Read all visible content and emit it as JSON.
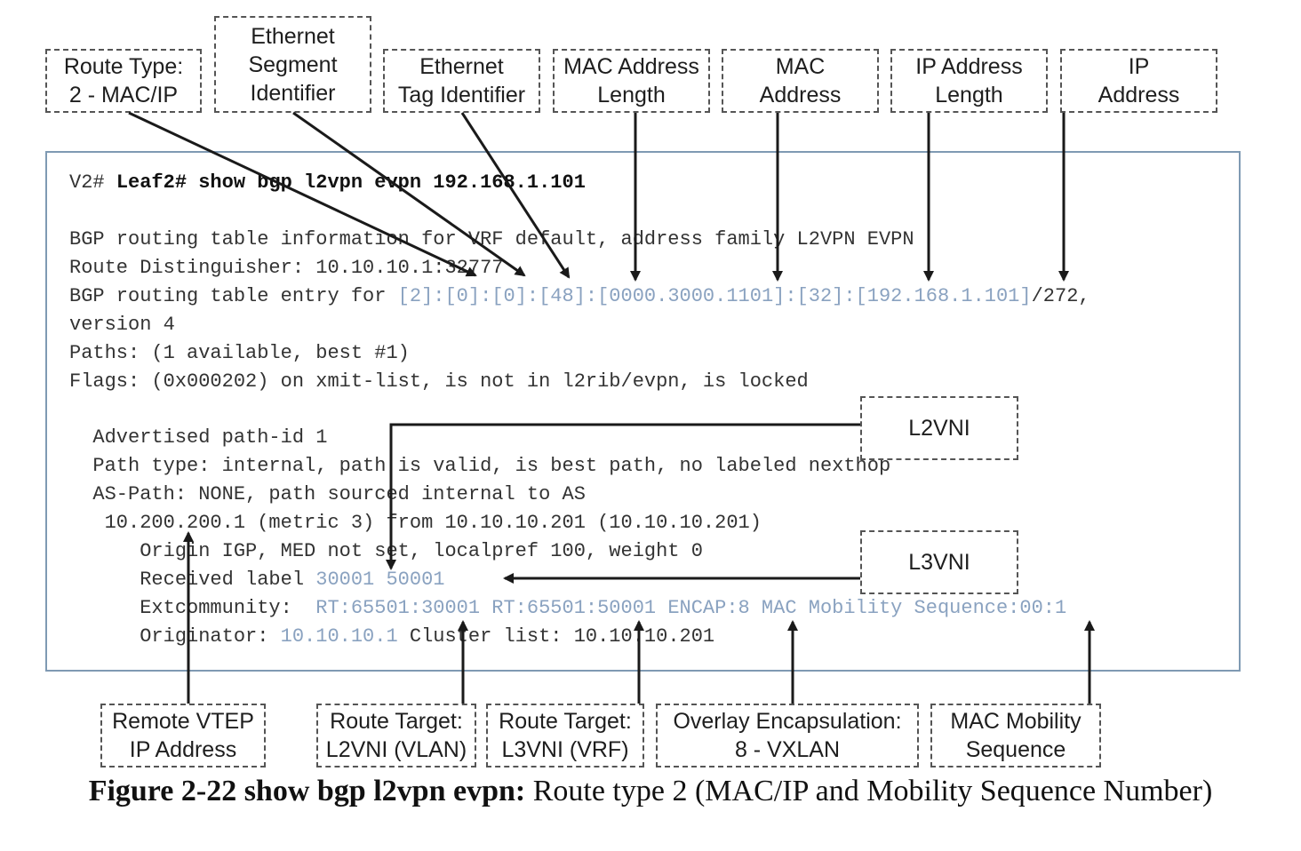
{
  "callouts_top": {
    "route_type": "Route Type:\n2 - MAC/IP",
    "esi": "Ethernet\nSegment\nIdentifier",
    "eth_tag": "Ethernet\nTag Identifier",
    "mac_len": "MAC Address\nLength",
    "mac_addr": "MAC\nAddress",
    "ip_len": "IP Address\nLength",
    "ip_addr": "IP\nAddress"
  },
  "callouts_side": {
    "l2vni": "L2VNI",
    "l3vni": "L3VNI"
  },
  "callouts_bottom": {
    "remote_vtep": "Remote VTEP\nIP Address",
    "rt_l2vni": "Route Target:\nL2VNI (VLAN)",
    "rt_l3vni": "Route Target:\nL3VNI (VRF)",
    "overlay": "Overlay Encapsulation:\n8 - VXLAN",
    "mac_mobility": "MAC Mobility\nSequence"
  },
  "terminal": {
    "prompt": "V2# ",
    "command": "Leaf2# show bgp l2vpn evpn 192.168.1.101",
    "line_bgp_info": "BGP routing table information for VRF default, address family L2VPN EVPN",
    "line_rd": "Route Distinguisher: 10.10.10.1:32777",
    "entry_prefix": "BGP routing table entry for ",
    "entry_highlight": "[2]:[0]:[0]:[48]:[0000.3000.1101]:[32]:[192.168.1.101]",
    "entry_suffix": "/272,",
    "line_version": "version 4",
    "line_paths": "Paths: (1 available, best #1)",
    "line_flags": "Flags: (0x000202) on xmit-list, is not in l2rib/evpn, is locked",
    "line_adv": "  Advertised path-id 1",
    "line_pathtype": "  Path type: internal, path is valid, is best path, no labeled nexthop",
    "line_aspath": "  AS-Path: NONE, path sourced internal to AS",
    "line_nexthop": "   10.200.200.1 (metric 3) from 10.10.10.201 (10.10.10.201)",
    "line_origin": "      Origin IGP, MED not set, localpref 100, weight 0",
    "label_prefix": "      Received label ",
    "label_values": "30001 50001",
    "ext_prefix": "      Extcommunity:  ",
    "ext_values": "RT:65501:30001 RT:65501:50001 ENCAP:8 MAC Mobility Sequence:00:1",
    "orig_prefix": "      Originator: ",
    "orig_value": "10.10.10.1",
    "orig_suffix": " Cluster list: 10.10.10.201"
  },
  "caption": {
    "bold": "Figure 2-22 show bgp l2vpn evpn:",
    "text": " Route type 2 (MAC/IP and Mobility Sequence Number)"
  },
  "colors": {
    "highlight": "#8aa2c0",
    "box_border": "#7f9ab3",
    "arrow": "#1a1a1a"
  }
}
